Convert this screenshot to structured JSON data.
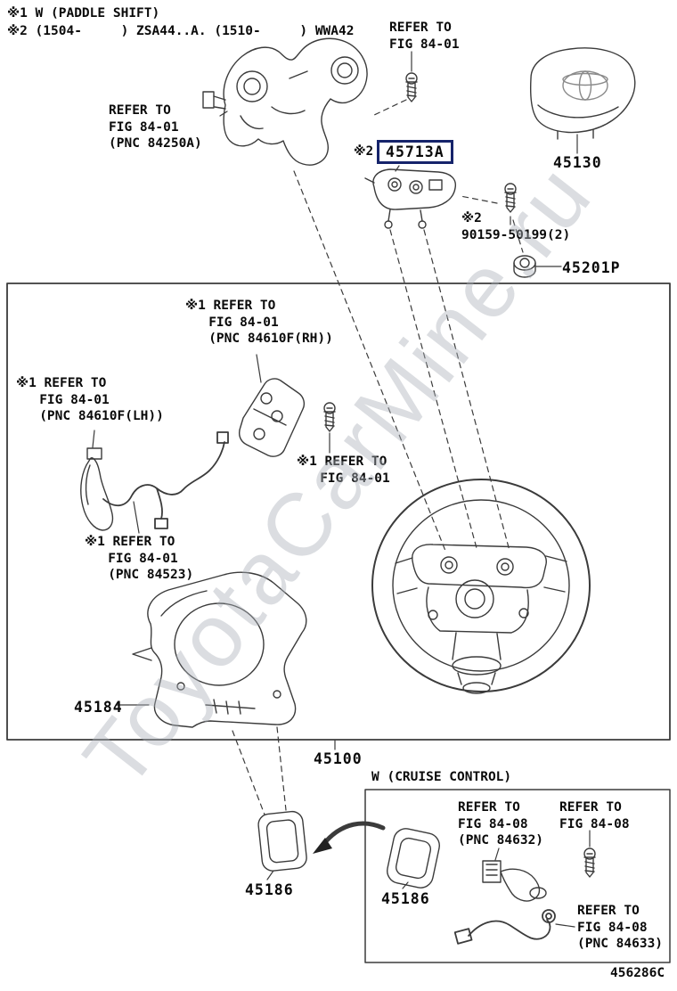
{
  "page": {
    "footer_code": "456286C",
    "watermark": "ToyotaCarMine.ru"
  },
  "colors": {
    "highlight_box_border": "#16246b",
    "line_art": "#3b3b3b",
    "watermark_gray": "#aab0b8"
  },
  "notes": {
    "paddle_shift": "※1 W (PADDLE SHIFT)",
    "applicability": "※2 (1504-     ) ZSA44..A. (1510-     ) WWA42"
  },
  "callouts": {
    "refer_fig8401_top": "REFER TO\nFIG 84-01",
    "refer_pnc84250a": "REFER TO\nFIG 84-01\n(PNC 84250A)",
    "bolt_90159": "※2\n90159-50199(2)",
    "refer_rh": "※1 REFER TO\n   FIG 84-01\n   (PNC 84610F(RH))",
    "refer_lh": "※1 REFER TO\n   FIG 84-01\n   (PNC 84610F(LH))",
    "refer_fig8401_bolt": "※1 REFER TO\n   FIG 84-01",
    "refer_pnc84523": "※1 REFER TO\n   FIG 84-01\n   (PNC 84523)",
    "cruise_header": "W (CRUISE CONTROL)",
    "refer_pnc84632": "REFER TO\nFIG 84-08\n(PNC 84632)",
    "refer_fig8408": "REFER TO\nFIG 84-08",
    "refer_pnc84633": "REFER TO\nFIG 84-08\n(PNC 84633)"
  },
  "parts": {
    "airbag": {
      "code": "45130"
    },
    "switch_assy": {
      "prefix": "※2",
      "code": "45713A"
    },
    "nut": {
      "code": "45201P"
    },
    "wheel_assy": {
      "code": "45100"
    },
    "lower_cover": {
      "code": "45184"
    },
    "cover_no1": {
      "code": "45186"
    },
    "cover_no2": {
      "code": "45186"
    }
  }
}
